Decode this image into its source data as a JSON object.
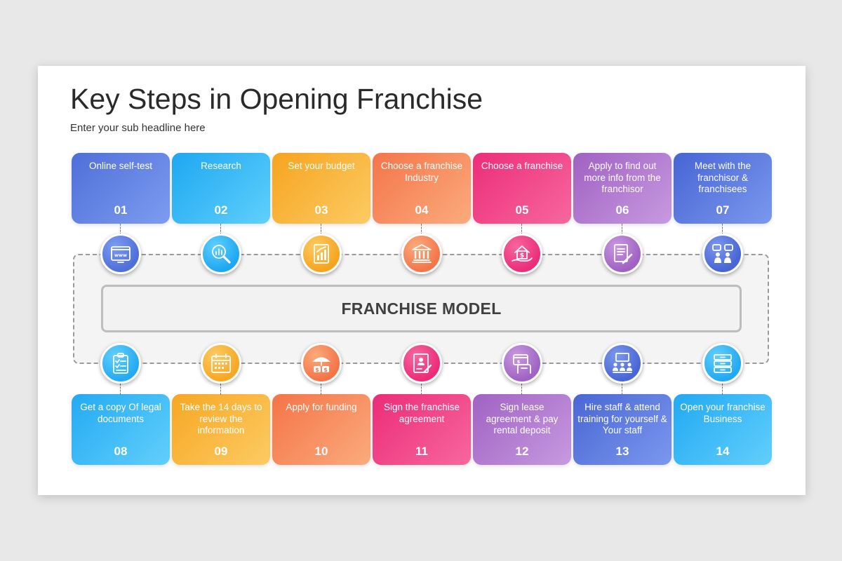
{
  "title": "Key Steps in Opening Franchise",
  "subtitle": "Enter your sub headline here",
  "center_label": "FRANCHISE MODEL",
  "steps": [
    {
      "number": "01",
      "label": "Online self-test",
      "icon": "website-icon",
      "colors": [
        "#4f6fd9",
        "#7d9cf0"
      ]
    },
    {
      "number": "02",
      "label": "Research",
      "icon": "analytics-search-icon",
      "colors": [
        "#1ea7f2",
        "#5fd0fb"
      ]
    },
    {
      "number": "03",
      "label": "Set your budget",
      "icon": "budget-chart-icon",
      "colors": [
        "#f6a41f",
        "#fccb63"
      ]
    },
    {
      "number": "04",
      "label": "Choose a franchise Industry",
      "icon": "industry-building-icon",
      "colors": [
        "#f4754a",
        "#fbab7c"
      ]
    },
    {
      "number": "05",
      "label": "Choose a franchise",
      "icon": "house-hand-dollar-icon",
      "colors": [
        "#ec2d79",
        "#f7679f"
      ]
    },
    {
      "number": "06",
      "label": "Apply to find out more info from the franchisor",
      "icon": "application-document-icon",
      "colors": [
        "#a061c2",
        "#c79ae0"
      ]
    },
    {
      "number": "07",
      "label": "Meet with the franchisor & franchisees",
      "icon": "meeting-people-icon",
      "colors": [
        "#4765d4",
        "#7b98ee"
      ]
    },
    {
      "number": "08",
      "label": "Get a copy Of legal documents",
      "icon": "clipboard-checklist-icon",
      "colors": [
        "#23aaf3",
        "#62cffb"
      ]
    },
    {
      "number": "09",
      "label": "Take the 14 days to review the information",
      "icon": "calendar-icon",
      "colors": [
        "#f7a723",
        "#fccb63"
      ]
    },
    {
      "number": "10",
      "label": "Apply for funding",
      "icon": "funding-umbrella-icon",
      "colors": [
        "#f47448",
        "#fbab7c"
      ]
    },
    {
      "number": "11",
      "label": "Sign the franchise agreement",
      "icon": "signed-agreement-icon",
      "colors": [
        "#ec2c78",
        "#f7679f"
      ]
    },
    {
      "number": "12",
      "label": "Sign lease agreement & pay rental deposit",
      "icon": "payment-card-icon",
      "colors": [
        "#a062c3",
        "#c79ae0"
      ]
    },
    {
      "number": "13",
      "label": "Hire staff & attend training for yourself & Your staff",
      "icon": "staff-training-icon",
      "colors": [
        "#4966d5",
        "#7b98ee"
      ]
    },
    {
      "number": "14",
      "label": "Open your franchise Business",
      "icon": "open-business-icon",
      "colors": [
        "#21a9f3",
        "#62cffb"
      ]
    }
  ]
}
